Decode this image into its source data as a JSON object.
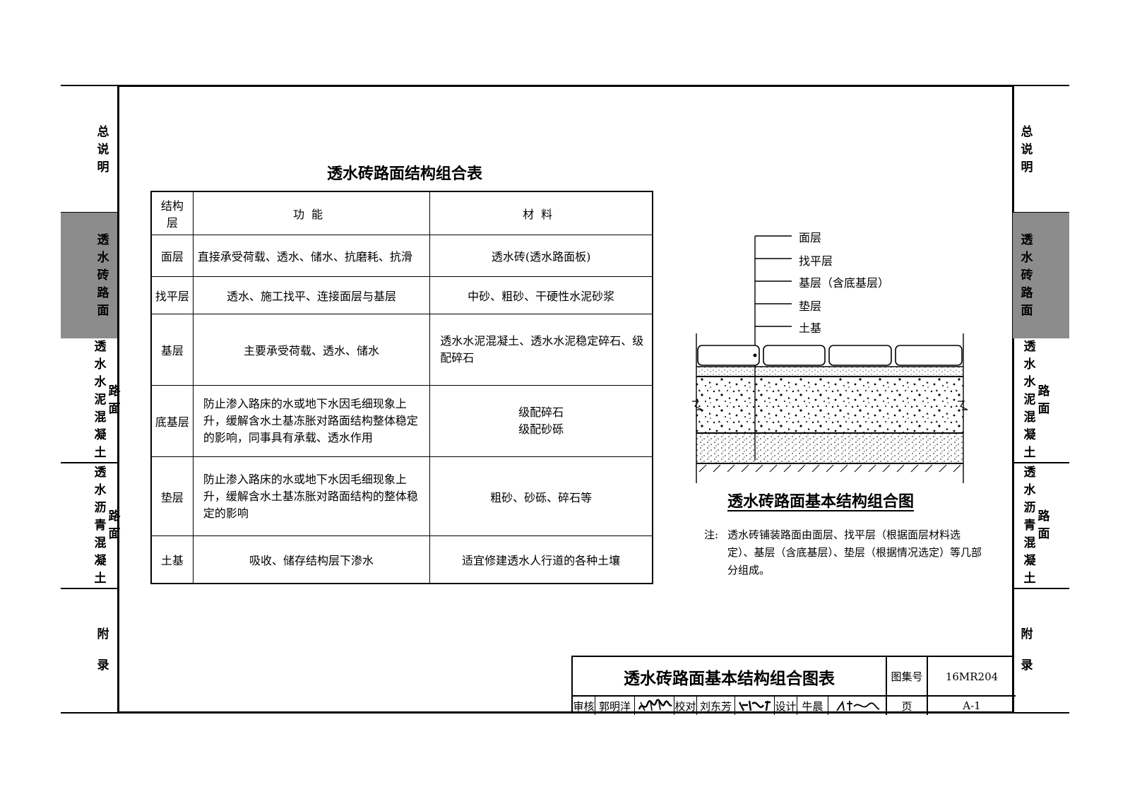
{
  "side_nav_left": [
    {
      "label": "总说明"
    },
    {
      "label": "透水砖路面",
      "active": true
    },
    {
      "label": "透水水泥混凝土",
      "label2": "路面"
    },
    {
      "label": "透水沥青混凝土",
      "label2": "路面"
    },
    {
      "label": "附录"
    }
  ],
  "side_nav_right": [
    {
      "label": "总说明"
    },
    {
      "label": "透水砖路面",
      "active": true
    },
    {
      "label": "透水水泥混凝土",
      "label2": "路面"
    },
    {
      "label": "透水沥青混凝土",
      "label2": "路面"
    },
    {
      "label": "附录"
    }
  ],
  "table": {
    "title": "透水砖路面结构组合表",
    "headers": [
      "结构层",
      "功能",
      "材料"
    ],
    "rows": [
      {
        "layer": "面层",
        "function": "直接承受荷载、透水、储水、抗磨耗、抗滑",
        "material": "透水砖(透水路面板)"
      },
      {
        "layer": "找平层",
        "function": "透水、施工找平、连接面层与基层",
        "material": "中砂、粗砂、干硬性水泥砂浆"
      },
      {
        "layer": "基层",
        "function": "主要承受荷载、透水、储水",
        "material": "透水水泥混凝土、透水水泥稳定碎石、级配碎石"
      },
      {
        "layer": "底基层",
        "function": "防止渗入路床的水或地下水因毛细现象上升，缓解含水土基冻胀对路面结构整体稳定的影响，同事具有承载、透水作用",
        "material": "级配碎石\n级配砂砾"
      },
      {
        "layer": "垫层",
        "function": "防止渗入路床的水或地下水因毛细现象上升，缓解含水土基冻胀对路面结构的整体稳定的影响",
        "material": "粗砂、砂砾、碎石等"
      },
      {
        "layer": "土基",
        "function": "吸收、储存结构层下渗水",
        "material": "适宜修建透水人行道的各种土壤"
      }
    ]
  },
  "diagram": {
    "labels": [
      "面层",
      "找平层",
      "基层（含底基层）",
      "垫层",
      "土基"
    ],
    "title": "透水砖路面基本结构组合图",
    "note_label": "注:",
    "note": "透水砖铺装路面由面层、找平层（根据面层材料选定）、基层（含底基层）、垫层（根据情况选定）等几部分组成。"
  },
  "title_block": {
    "title": "透水砖路面基本结构组合图表",
    "atlas_label": "图集号",
    "atlas_no": "16MR204",
    "review_label": "审核",
    "reviewer": "郭明洋",
    "check_label": "校对",
    "checker": "刘东芳",
    "design_label": "设计",
    "designer": "牛晨",
    "page_label": "页",
    "page_no": "A-1"
  },
  "colors": {
    "active_tab": "#8c8c8c",
    "line": "#000000"
  }
}
